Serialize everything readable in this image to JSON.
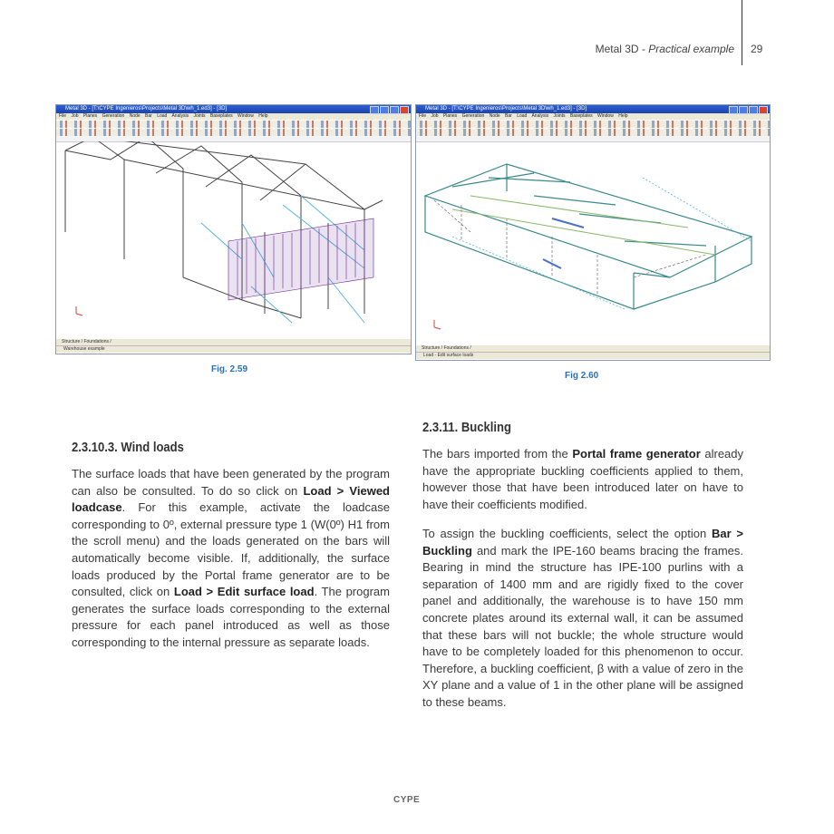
{
  "header": {
    "section": "Metal 3D",
    "separator": " - ",
    "subtitle": "Practical example",
    "page": "29"
  },
  "figures": [
    {
      "caption": "Fig. 2.59",
      "window_title": "Metal 3D - [T:\\CYPE Ingenieros\\Projects\\Metal 3D\\wh_1.ed3] - [3D]",
      "menu": "File Job Planes Generation Node Bar Load Analysis Joints Baseplates Window Help",
      "tabs": "Structure / Foundations /",
      "status": "Warehouse example"
    },
    {
      "caption": "Fig 2.60",
      "window_title": "Metal 3D - [T:\\CYPE Ingenieros\\Projects\\Metal 3D\\wh_1.ed3] - [3D]",
      "menu": "File Job Planes Generation Node Bar Load Analysis Joints Baseplates Window Help",
      "tabs": "Structure / Foundations /",
      "status": "Load - Edit surface loads"
    }
  ],
  "left": {
    "heading": "2.3.10.3. Wind loads",
    "p1": [
      "The surface loads that have been generated by the program can also be consulted. To do so click on ",
      "Load > Viewed loadcase",
      ". For this example, activate the loadcase corresponding to 0º, external pressure type 1 (W(0º) H1 from the scroll menu) and the loads generated on the bars will automatically become visible. If, additionally, the surface loads produced by the Portal frame generator are to be consulted, click on ",
      "Load > Edit surface load",
      ". The program generates the surface loads corresponding to the external pressure for each panel introduced as well as those corresponding to the internal pressure as separate loads."
    ]
  },
  "right": {
    "heading": "2.3.11. Buckling",
    "p1": [
      "The bars imported from the ",
      "Portal frame generator",
      " already have the appropriate buckling coefficients applied to them, however those that have been introduced later on have to have their coefficients modified."
    ],
    "p2": [
      "To assign  the buckling coefficients, select the option ",
      "Bar > Buckling",
      " and mark the IPE-160 beams bracing the frames. Bearing in mind the structure has IPE-100 purlins with a separation of 1400 mm and are rigidly fixed to the cover panel and additionally, the warehouse is to have 150 mm concrete plates around its external wall, it can be assumed that these bars will not buckle; the whole structure would have to be completely loaded for this phenomenon to occur. Therefore, a buckling coefficient, β with a value of zero in the XY plane and a value of 1 in the other plane will be assigned to these beams."
    ]
  },
  "footer": "CYPE",
  "colors": {
    "caption": "#2d6fb5",
    "titlebar": "#1f4fc0",
    "load": "#7b3fa0",
    "bracing": "#5ab4e0",
    "frame": "#3a8a8a"
  }
}
